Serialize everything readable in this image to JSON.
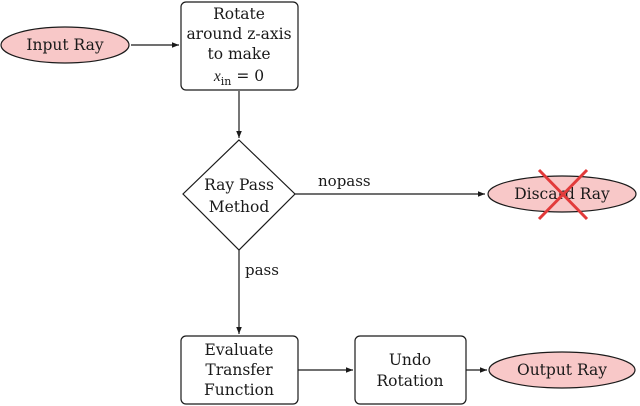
{
  "nodes": {
    "input_ray": {
      "label": "Input Ray"
    },
    "rotate": {
      "lines": [
        "Rotate",
        "around z-axis",
        "to make"
      ],
      "math_var": "x",
      "math_sub": "in",
      "math_rest": " = 0"
    },
    "ray_pass": {
      "lines": [
        "Ray Pass",
        "Method"
      ]
    },
    "discard": {
      "label": "Discard Ray"
    },
    "evaluate": {
      "lines": [
        "Evaluate",
        "Transfer",
        "Function"
      ]
    },
    "undo": {
      "lines": [
        "Undo",
        "Rotation"
      ]
    },
    "output_ray": {
      "label": "Output Ray"
    }
  },
  "edges": {
    "nopass_label": "nopass",
    "pass_label": "pass"
  },
  "colors": {
    "terminal_fill": "#f8c8c8",
    "discard_cross": "#e23a3a",
    "stroke": "#1a1a1a"
  }
}
